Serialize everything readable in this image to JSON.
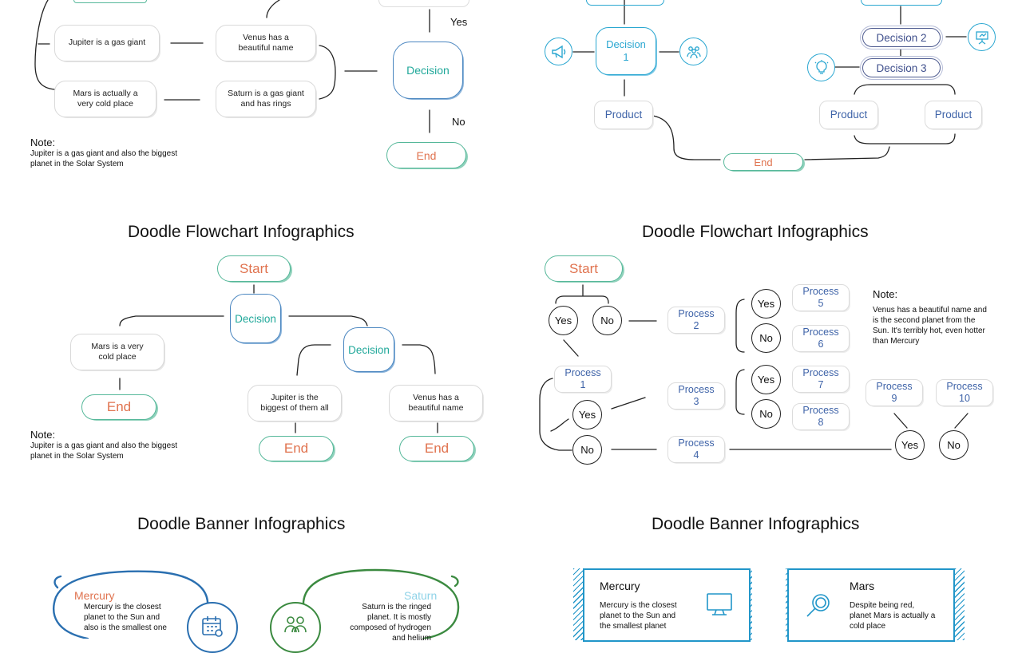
{
  "top_left": {
    "boxes": [
      "Jupiter is a gas giant",
      "Venus has a beautiful name",
      "Mars is actually a very cold place",
      "Saturn is a gas giant and has rings"
    ],
    "decision": "Decision",
    "yes": "Yes",
    "no": "No",
    "end": "End",
    "note_head": "Note:",
    "note_body": "Jupiter is a gas giant and also the biggest planet in the Solar System"
  },
  "top_right": {
    "decision1": "Decision 1",
    "decision2": "Decision 2",
    "decision3": "Decision 3",
    "products": [
      "Product",
      "Product",
      "Product"
    ],
    "end": "End",
    "icons": [
      "megaphone-icon",
      "team-icon",
      "presentation-icon",
      "lightbulb-icon"
    ]
  },
  "mid_left": {
    "title": "Doodle Flowchart Infographics",
    "start": "Start",
    "decision": "Decision",
    "decision2": "Decision",
    "box_mars": "Mars is a very cold place",
    "box_jupiter": "Jupiter is the biggest of them all",
    "box_venus": "Venus has a beautiful name",
    "end": "End",
    "note_head": "Note:",
    "note_body": "Jupiter is a gas giant and also the biggest planet in the Solar System"
  },
  "mid_right": {
    "title": "Doodle Flowchart Infographics",
    "start": "Start",
    "yes": "Yes",
    "no": "No",
    "process": [
      "Process 1",
      "Process 2",
      "Process 3",
      "Process 4",
      "Process 5",
      "Process 6",
      "Process 7",
      "Process 8",
      "Process 9",
      "Process 10"
    ],
    "note_head": "Note:",
    "note_body": "Venus has a beautiful name and is the second planet from the Sun. It's terribly hot, even hotter than Mercury"
  },
  "bottom_left": {
    "title": "Doodle Banner Infographics",
    "mercury_title": "Mercury",
    "mercury_text": "Mercury is the closest planet to the Sun and also is the smallest one",
    "saturn_title": "Saturn",
    "saturn_text": "Saturn is the ringed planet. It is mostly composed of hydrogen and helium",
    "colors": {
      "mercury": "#e0734f",
      "saturn": "#8fd3e8",
      "blue": "#2a6fb0",
      "green": "#3b8a40"
    }
  },
  "bottom_right": {
    "title": "Doodle Banner Infographics",
    "mercury_title": "Mercury",
    "mercury_text": "Mercury is the closest planet to the Sun and the smallest planet",
    "mars_title": "Mars",
    "mars_text": "Despite being red, planet Mars is actually a cold place",
    "icons": [
      "monitor-icon",
      "magnifier-icon"
    ]
  }
}
